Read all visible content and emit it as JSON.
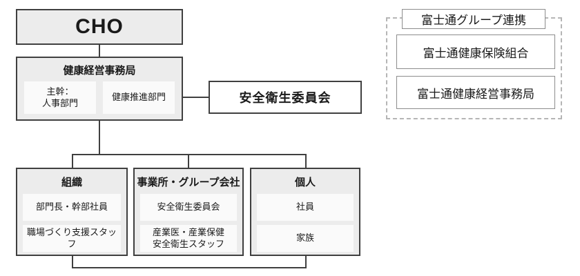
{
  "nodes": {
    "cho": {
      "label": "CHO"
    },
    "office": {
      "title": "健康経営事務局",
      "members": [
        "主幹：\n人事部門",
        "健康推進部門"
      ]
    },
    "safety_committee": {
      "label": "安全衛生委員会"
    },
    "fujitsu_group": {
      "title": "富士通グループ連携",
      "items": [
        "富士通健康保険組合",
        "富士通健康経営事務局"
      ]
    },
    "organization": {
      "title": "組織",
      "members": [
        "部門長・幹部社員",
        "職場づくり支援スタッフ"
      ]
    },
    "sites": {
      "title": "事業所・グループ会社",
      "members": [
        "安全衛生委員会",
        "産業医・産業保健\n安全衛生スタッフ"
      ]
    },
    "individual": {
      "title": "個人",
      "members": [
        "社員",
        "家族"
      ]
    }
  },
  "colors": {
    "box_border": "#3f3f3f",
    "box_fill_gray": "#ececec",
    "inner_fill": "#fafafa",
    "white_fill": "#ffffff",
    "group_border": "#8c8c8c",
    "dashed_border": "#b5b5b5",
    "connector": "#3f3f3f"
  }
}
